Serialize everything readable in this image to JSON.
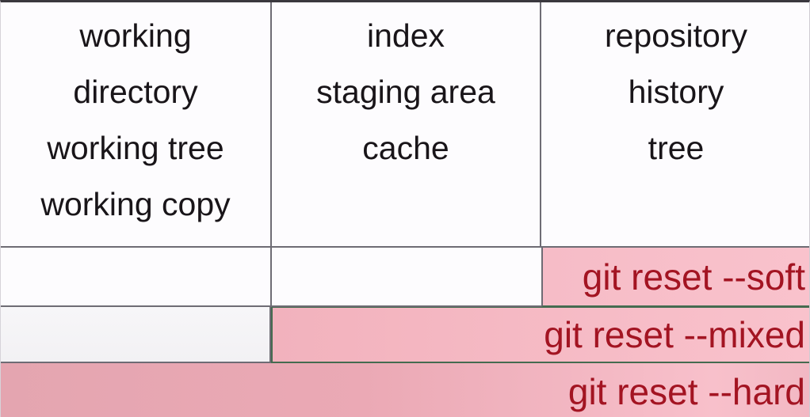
{
  "table": {
    "columns": [
      {
        "id": "working-directory",
        "lines": [
          "working",
          "directory",
          "working tree",
          "working copy"
        ]
      },
      {
        "id": "index",
        "lines": [
          "index",
          "staging area",
          "cache"
        ]
      },
      {
        "id": "repository",
        "lines": [
          "repository",
          "history",
          "tree"
        ]
      }
    ],
    "rows": [
      {
        "id": "soft",
        "command": "git reset --soft",
        "highlighted_columns": [
          "repository"
        ]
      },
      {
        "id": "mixed",
        "command": "git reset --mixed",
        "highlighted_columns": [
          "index",
          "repository"
        ]
      },
      {
        "id": "hard",
        "command": "git reset --hard",
        "highlighted_columns": [
          "working-directory",
          "index",
          "repository"
        ]
      }
    ],
    "colors": {
      "background": "#fdfcfe",
      "header_text": "#191519",
      "grid_border": "#6e6c74",
      "highlight_pink": "#f9c2cc",
      "highlight_pink_muted": "#e4a5b0",
      "highlight_border": "#456b50",
      "command_text": "#a31422"
    }
  }
}
